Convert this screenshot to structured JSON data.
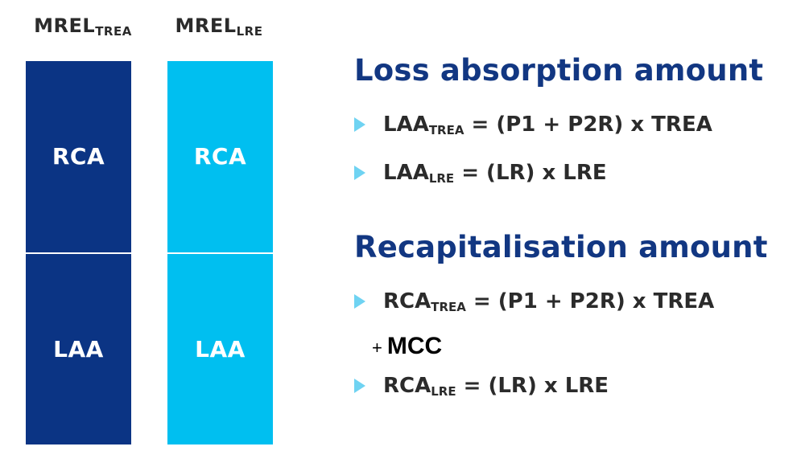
{
  "columns": [
    {
      "title_main": "MREL",
      "title_sub": "TREA",
      "color": "#0b3484",
      "segments": [
        "RCA",
        "LAA"
      ]
    },
    {
      "title_main": "MREL",
      "title_sub": "LRE",
      "color": "#00bff0",
      "segments": [
        "RCA",
        "LAA"
      ]
    }
  ],
  "loss_absorption": {
    "title": "Loss absorption amount",
    "formulas": [
      {
        "lhs": "LAA",
        "sub": "TREA",
        "rhs": " = (P1 + P2R) x TREA"
      },
      {
        "lhs": "LAA",
        "sub": "LRE",
        "rhs": " = (LR) x LRE"
      }
    ]
  },
  "recapitalisation": {
    "title": "Recapitalisation amount",
    "formulas": [
      {
        "lhs": "RCA",
        "sub": "TREA",
        "rhs": " = (P1 + P2R) x TREA"
      },
      {
        "lhs": "RCA",
        "sub": "LRE",
        "rhs": " = (LR) x LRE"
      }
    ],
    "addon_sign": "+",
    "addon_text": "MCC"
  },
  "colors": {
    "dark_blue": "#0b3484",
    "light_blue": "#00bff0",
    "heading_blue": "#123782",
    "bullet": "#6fd3f2"
  }
}
